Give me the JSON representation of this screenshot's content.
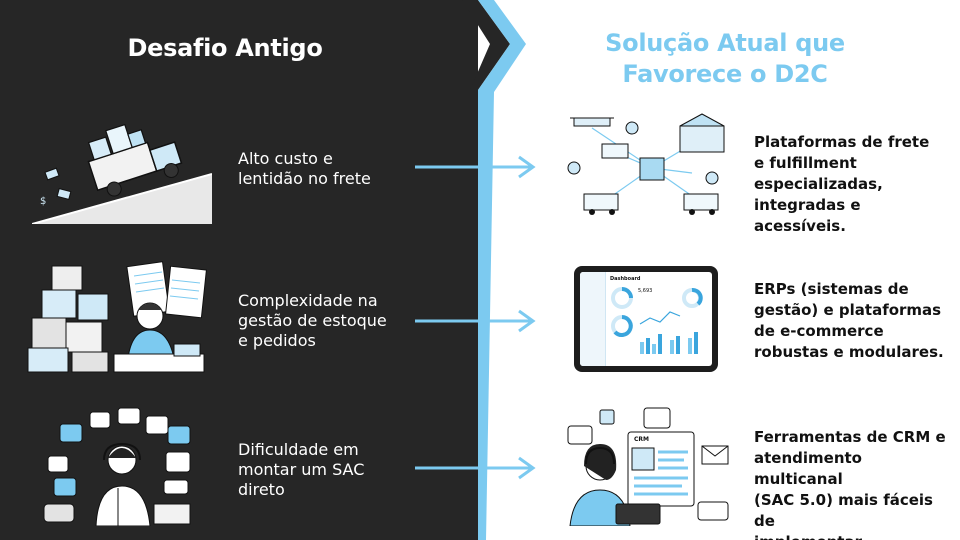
{
  "headings": {
    "left": "Desafio Antigo",
    "right_line1": "Solução Atual que",
    "right_line2": "Favorece o D2C"
  },
  "rows": [
    {
      "challenge": [
        "Alto custo e",
        "lentidão no frete"
      ],
      "solution": [
        "Plataformas de frete",
        "e fulfillment",
        "especializadas,",
        "integradas e acessíveis."
      ]
    },
    {
      "challenge": [
        "Complexidade na",
        "gestão de estoque",
        "e pedidos"
      ],
      "solution": [
        "ERPs (sistemas de",
        "gestão) e plataformas",
        "de e-commerce",
        "robustas e modulares."
      ]
    },
    {
      "challenge": [
        "Dificuldade em",
        "montar um SAC",
        "direto"
      ],
      "solution": [
        "Ferramentas de CRM e",
        "atendimento multicanal",
        "(SAC 5.0) mais fáceis de",
        "implementar."
      ]
    }
  ],
  "mockups": {
    "dashboard_title": "Dashboard",
    "dashboard_value": "5,693",
    "crm_label": "CRM"
  },
  "colors": {
    "dark_panel": "#262626",
    "accent_blue": "#7ccaf0",
    "light_blue": "#a9daf2"
  }
}
